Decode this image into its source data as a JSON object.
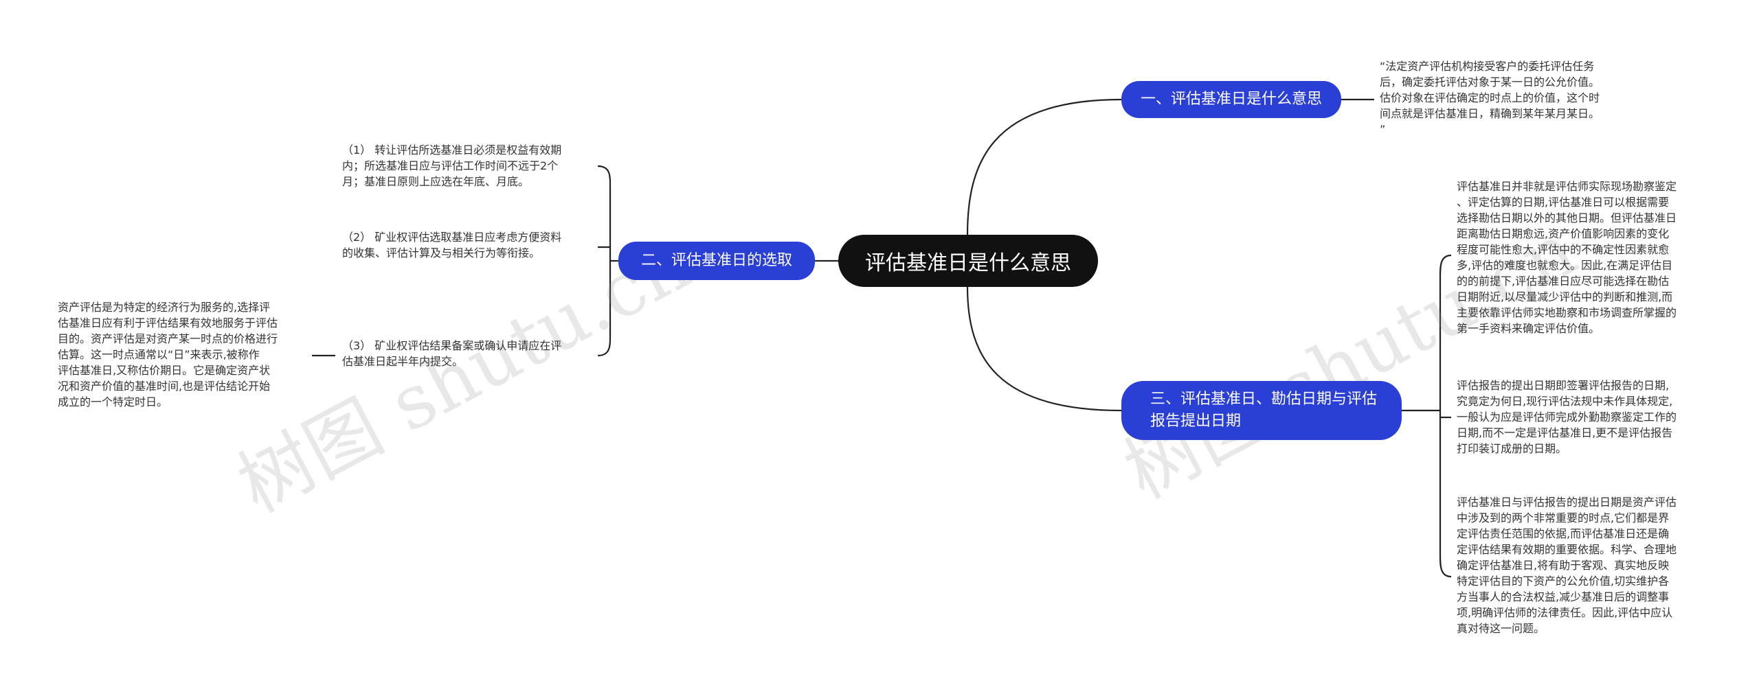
{
  "root": {
    "label": "评估基准日是什么意思"
  },
  "branches": [
    {
      "label": "一、评估基准日是什么意思"
    },
    {
      "label": "二、评估基准日的选取"
    },
    {
      "label": "三、评估基准日、勘估日期与评估\n报告提出日期"
    }
  ],
  "leaves": {
    "b1_text": "“法定资产评估机构接受客户的委托评估任务\n后，确定委托评估对象于某一日的公允价值。\n估价对象在评估确定的时点上的价值，这个时\n间点就是评估基准日，精确到某年某月某日。\n”",
    "b2_item1": "（1） 转让评估所选基准日必须是权益有效期\n内；所选基准日应与评估工作时间不远于2个\n月；基准日原则上应选在年底、月底。",
    "b2_item2": "（2） 矿业权评估选取基准日应考虑方便资料\n的收集、评估计算及与相关行为等衔接。",
    "b2_item3": "（3） 矿业权评估结果备案或确认申请应在评\n估基准日起半年内提交。",
    "b2_note": "资产评估是为特定的经济行为服务的,选择评\n估基准日应有利于评估结果有效地服务于评估\n目的。资产评估是对资产某一时点的价格进行\n估算。这一时点通常以“日”来表示,被称作\n评估基准日,又称估价期日。它是确定资产状\n况和资产价值的基准时间,也是评估结论开始\n成立的一个特定时日。",
    "b3_item1": "评估基准日并非就是评估师实际现场勘察鉴定\n、评定估算的日期,评估基准日可以根据需要\n选择勘估日期以外的其他日期。但评估基准日\n距离勘估日期愈远,资产价值影响因素的变化\n程度可能性愈大,评估中的不确定性因素就愈\n多,评估的难度也就愈大。因此,在满足评估目\n的的前提下,评估基准日应尽可能选择在勘估\n日期附近,以尽量减少评估中的判断和推测,而\n主要依靠评估师实地勘察和市场调查所掌握的\n第一手资料来确定评估价值。",
    "b3_item2": "评估报告的提出日期即签署评估报告的日期,\n究竟定为何日,现行评估法规中未作具体规定,\n一般认为应是评估师完成外勤勘察鉴定工作的\n日期,而不一定是评估基准日,更不是评估报告\n打印装订成册的日期。",
    "b3_item3": "评估基准日与评估报告的提出日期是资产评估\n中涉及到的两个非常重要的时点,它们都是界\n定评估责任范围的依据,而评估基准日还是确\n定评估结果有效期的重要依据。科学、合理地\n确定评估基准日,将有助于客观、真实地反映\n特定评估目的下资产的公允价值,切实维护各\n方当事人的合法权益,减少基准日后的调整事\n项,明确评估师的法律责任。因此,评估中应认\n真对待这一问题。"
  },
  "watermark": "树图 shutu.cn",
  "colors": {
    "root_bg": "#111111",
    "branch_bg": "#2a3fd6",
    "line": "#222222"
  }
}
